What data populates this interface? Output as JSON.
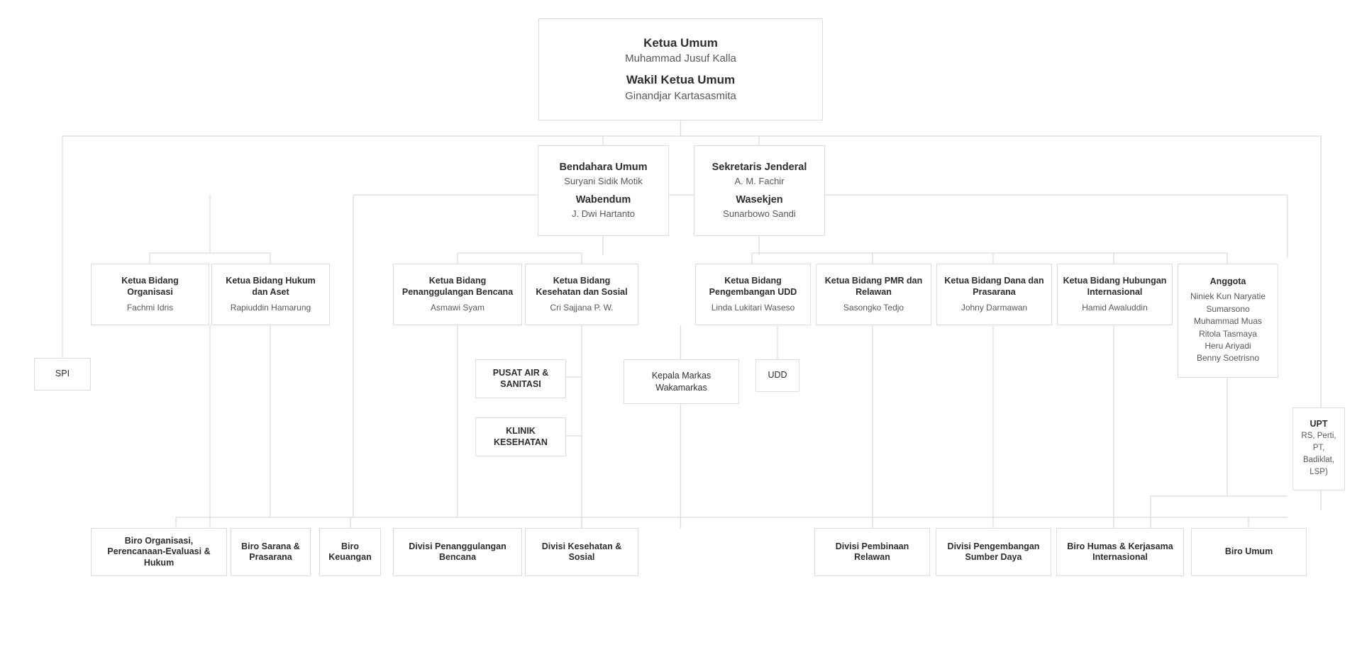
{
  "meta": {
    "title": "Struktur Organisasi PMI",
    "line_color": "#dcdcdc",
    "box_border_color": "#dcdcdc",
    "title_color": "#2e2e2e",
    "subtitle_color": "#585858",
    "background": "#ffffff"
  },
  "nodes": {
    "ketua_umum": {
      "title": "Ketua Umum",
      "name": "Muhammad Jusuf Kalla",
      "title2": "Wakil Ketua Umum",
      "name2": "Ginandjar Kartasasmita"
    },
    "bendahara": {
      "title": "Bendahara Umum",
      "name": "Suryani Sidik Motik",
      "title2": "Wabendum",
      "name2": "J. Dwi Hartanto"
    },
    "sekjen": {
      "title": "Sekretaris Jenderal",
      "name": "A. M. Fachir",
      "title2": "Wasekjen",
      "name2": "Sunarbowo Sandi"
    },
    "bidang_organisasi": {
      "title": "Ketua Bidang Organisasi",
      "name": "Fachmi Idris"
    },
    "bidang_hukum": {
      "title": "Ketua Bidang Hukum dan Aset",
      "name": "Rapiuddin Hamarung"
    },
    "bidang_bencana": {
      "title": "Ketua Bidang Penanggulangan Bencana",
      "name": "Asmawi Syam"
    },
    "bidang_kesehatan": {
      "title": "Ketua Bidang Kesehatan dan Sosial",
      "name": "Cri Sajjana P. W."
    },
    "bidang_udd": {
      "title": "Ketua Bidang Pengembangan UDD",
      "name": "Linda Lukitari Waseso"
    },
    "bidang_pmr": {
      "title": "Ketua Bidang PMR dan Relawan",
      "name": "Sasongko Tedjo"
    },
    "bidang_dana": {
      "title": "Ketua Bidang Dana dan Prasarana",
      "name": "Johny Darmawan"
    },
    "bidang_hubint": {
      "title": "Ketua Bidang Hubungan Internasional",
      "name": "Hamid Awaluddin"
    },
    "anggota": {
      "title": "Anggota",
      "members": [
        "Niniek Kun Naryatie",
        "Sumarsono",
        "Muhammad Muas",
        "Ritola Tasmaya",
        "Heru Ariyadi",
        "Benny Soetrisno"
      ]
    },
    "spi": {
      "title": "SPI"
    },
    "pusat_air": {
      "title": "PUSAT AIR & SANITASI"
    },
    "klinik": {
      "title": "KLINIK KESEHATAN"
    },
    "markas": {
      "line1": "Kepala Markas",
      "line2": "Wakamarkas"
    },
    "udd": {
      "title": "UDD"
    },
    "upt": {
      "title": "UPT",
      "detail": "RS, Perti, PT, Badiklat, LSP)"
    },
    "biro_organisasi": {
      "title": "Biro Organisasi, Perencanaan-Evaluasi & Hukum"
    },
    "biro_sarana": {
      "title": "Biro Sarana & Prasarana"
    },
    "biro_keuangan": {
      "title": "Biro Keuangan"
    },
    "divisi_bencana": {
      "title": "Divisi Penanggulangan Bencana"
    },
    "divisi_kesehatan": {
      "title": "Divisi Kesehatan & Sosial"
    },
    "divisi_relawan": {
      "title": "Divisi Pembinaan Relawan"
    },
    "divisi_sdm": {
      "title": "Divisi Pengembangan Sumber Daya"
    },
    "biro_humas": {
      "title": "Biro Humas & Kerjasama Internasional"
    },
    "biro_umum": {
      "title": "Biro Umum"
    }
  }
}
